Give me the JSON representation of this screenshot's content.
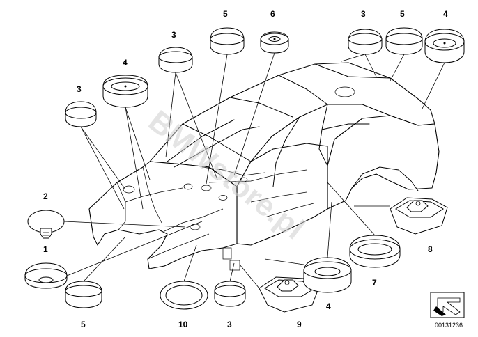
{
  "watermark": "BMWstore.pl",
  "reference_code": "00131236",
  "callouts": [
    {
      "id": "c1",
      "label": "1"
    },
    {
      "id": "c2",
      "label": "2"
    },
    {
      "id": "c3a",
      "label": "3"
    },
    {
      "id": "c3b",
      "label": "3"
    },
    {
      "id": "c3c",
      "label": "3"
    },
    {
      "id": "c3d",
      "label": "3"
    },
    {
      "id": "c4a",
      "label": "4"
    },
    {
      "id": "c4b",
      "label": "4"
    },
    {
      "id": "c4c",
      "label": "4"
    },
    {
      "id": "c5a",
      "label": "5"
    },
    {
      "id": "c5b",
      "label": "5"
    },
    {
      "id": "c5c",
      "label": "5"
    },
    {
      "id": "c6",
      "label": "6"
    },
    {
      "id": "c7",
      "label": "7"
    },
    {
      "id": "c8",
      "label": "8"
    },
    {
      "id": "c9",
      "label": "9"
    },
    {
      "id": "c10",
      "label": "10"
    }
  ]
}
